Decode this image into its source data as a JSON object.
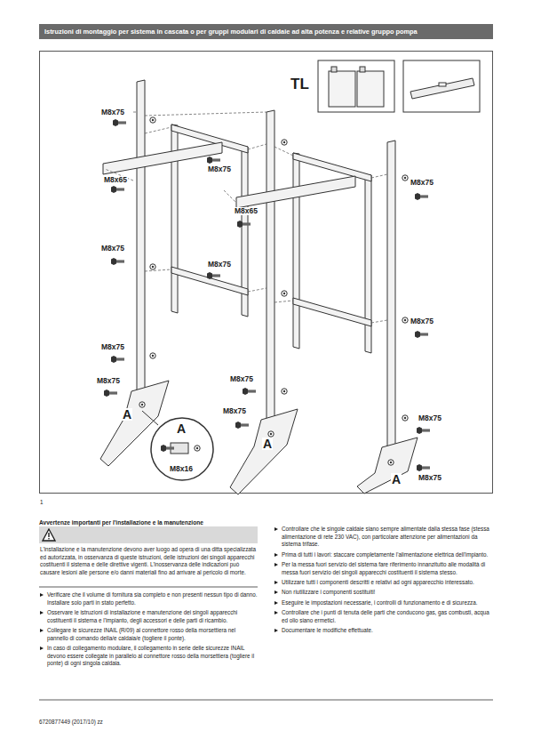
{
  "diagram": {
    "title": "Istruzioni di montaggio per sistema in cascata o per gruppi modulari di caldaie ad alta potenza e relative gruppo pompa",
    "nodes": [
      {
        "text": [
          "L'installazione e la manutenzione devono aver luogo ad opera di una ditta specializzata ed autorizzata, in osservanza di queste istruzioni, delle istruzioni dei singoli apparecchi costituenti il sistema e delle direttive vigenti. L'inosservanza delle indicazioni può causare lesioni alle persone e/o danni materiali fino ad arrivare al pericolo di morte."
        ]
      }
    ],
    "labels": [
      "TL",
      "M8x75",
      "M8x65",
      "M8x75",
      "M8x65",
      "M8x75",
      "M8x75",
      "M8x75",
      "M8x75",
      "M8x75",
      "M8x75",
      "M8x75",
      "M8x75",
      "M8x75",
      "A",
      "A",
      "M8x16",
      "A",
      "A",
      "M8x75",
      "1",
      "Avvertenze importanti per l'installazione e la manutenzione",
      "Verificare che il volume di fornitura sia completo e non presenti nessun tipo di danno. Installare solo parti in stato perfetto.",
      "Osservare le istruzioni di installazione e manutenzione dei singoli apparecchi costituenti il sistema e l'impianto, degli accessori e delle parti di ricambio.",
      "Collegare le sicurezze INAIL (R/09) al connettore rosso della morsettiera nel pannello di comando della/e caldaia/e (togliere il ponte).",
      "In caso di collegamento modulare, il collegamento in serie delle sicurezze INAIL devono essere collegate in parallelo al connettore rosso della morsettiera (togliere il ponte) di ogni singola caldaia.",
      "Controllare che le singole caldaie siano sempre alimentate dalla stessa fase (stessa alimentazione di rete 230 VAC), con particolare attenzione per alimentazioni da sistema trifase.",
      "Prima di tutti i lavori: staccare completamente l'alimentazione elettrica dell'impianto.",
      "Per la messa fuori servizio del sistema fare riferimento innanzitutto alle modalità di messa fuori servizio dei singoli apparecchi costituenti il sistema stesso.",
      "Utilizzare tutti i componenti descritti e relativi ad ogni apparecchio interessato.",
      "Non riutilizzare i componenti sostituiti!",
      "Eseguire le impostazioni necessarie, i controlli di funzionamento e di sicurezza.",
      "Controllare che i punti di tenuta delle parti che conducono gas, gas combusti, acqua ed olio siano ermetici.",
      "Documentare le modifiche effettuate.",
      "6720877449 (2017/10) zz",
      "1"
    ]
  }
}
